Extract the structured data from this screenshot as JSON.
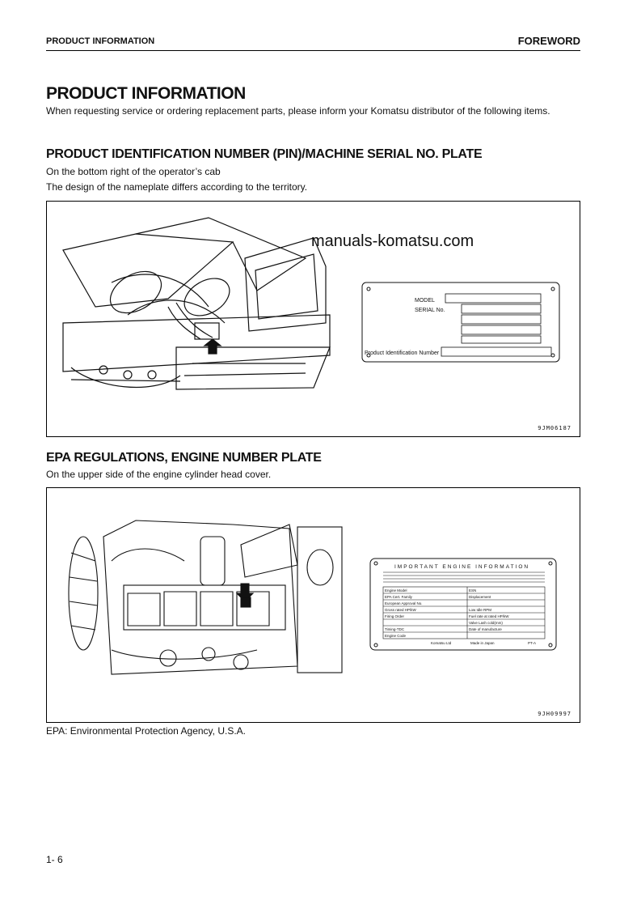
{
  "header": {
    "left": "PRODUCT INFORMATION",
    "right": "FOREWORD"
  },
  "main": {
    "title": "PRODUCT INFORMATION",
    "intro": "When requesting service or ordering replacement parts, please inform your Komatsu distributor of the following items."
  },
  "pin_section": {
    "heading": "PRODUCT IDENTIFICATION NUMBER (PIN)/MACHINE SERIAL NO. PLATE",
    "line1": "On the bottom right of the operator’s cab",
    "line2": "The design of the nameplate differs according to the territory.",
    "plate": {
      "model": "MODEL",
      "serial": "SERIAL No.",
      "pin_label": "Product Identification Number"
    },
    "figure_id": "9JM06187"
  },
  "watermark": "manuals-komatsu.com",
  "epa_section": {
    "heading": "EPA REGULATIONS, ENGINE NUMBER PLATE",
    "line1": "On the upper side of the engine cylinder head cover.",
    "plate": {
      "title": "IMPORTANT ENGINE INFORMATION",
      "row_labels": [
        "Engine Model",
        "EPA Cert. Family",
        "European Approval No.",
        "Gross rated HP/kW",
        "Firing Order",
        "",
        "Timing-TDC",
        "Engine Code"
      ],
      "row_right": [
        "ESN",
        "Displacement",
        "",
        "Low Idle RPM",
        "Fuel rate at rated HP/kW",
        "Valve Lash cold(mm)",
        "Date of manufacture",
        ""
      ],
      "footer_left": "Komatsu Ltd",
      "footer_mid": "Made in Japan",
      "footer_right": "PT-A"
    },
    "figure_id": "9JH09997",
    "note": "EPA: Environmental Protection Agency, U.S.A."
  },
  "footer": {
    "page": "1- 6"
  }
}
